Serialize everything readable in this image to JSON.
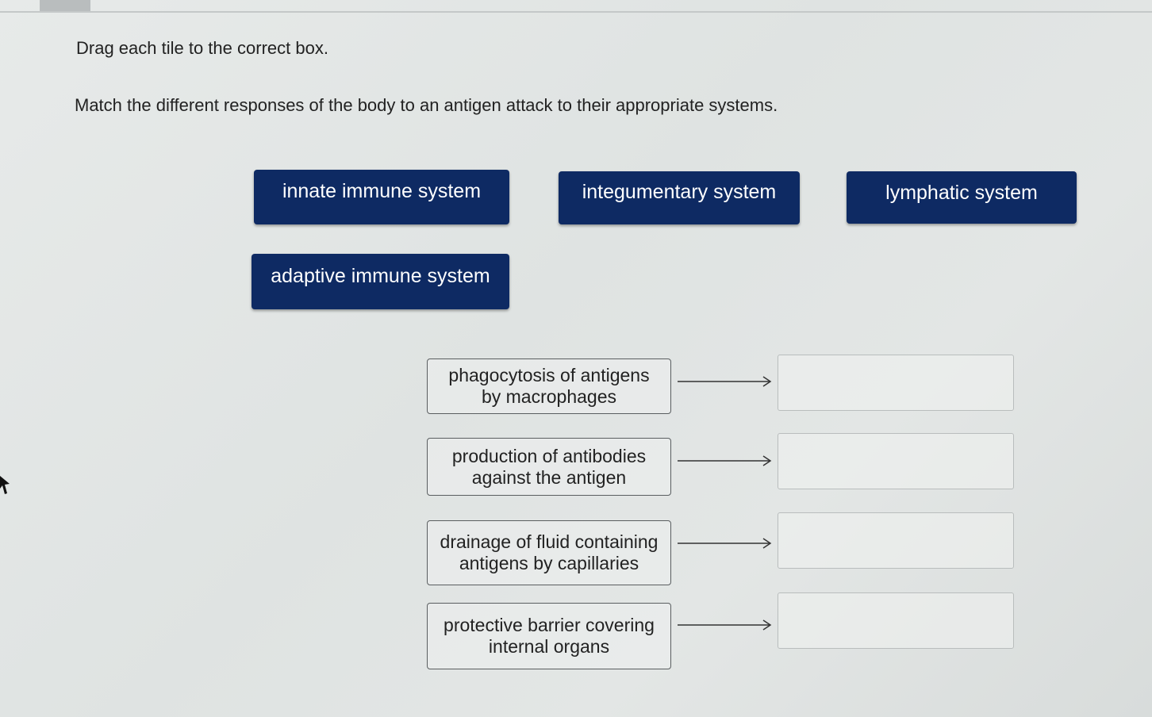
{
  "instruction": "Drag each tile to the correct box.",
  "question": "Match the different responses of the body to an antigen attack to their appropriate systems.",
  "tiles": [
    {
      "label": "innate immune system"
    },
    {
      "label": "integumentary system"
    },
    {
      "label": "lymphatic system"
    },
    {
      "label": "adaptive immune system"
    }
  ],
  "responses": [
    {
      "line1": "phagocytosis of antigens",
      "line2": "by macrophages"
    },
    {
      "line1": "production of antibodies",
      "line2": "against the antigen"
    },
    {
      "line1": "drainage of fluid containing",
      "line2": "antigens by capillaries"
    },
    {
      "line1": "protective barrier covering",
      "line2": "internal organs"
    }
  ],
  "icons": {
    "arrow": "arrow-right-icon",
    "cursor": "mouse-pointer-icon"
  },
  "colors": {
    "tile_bg": "#0e2a63",
    "tile_text": "#ffffff"
  }
}
